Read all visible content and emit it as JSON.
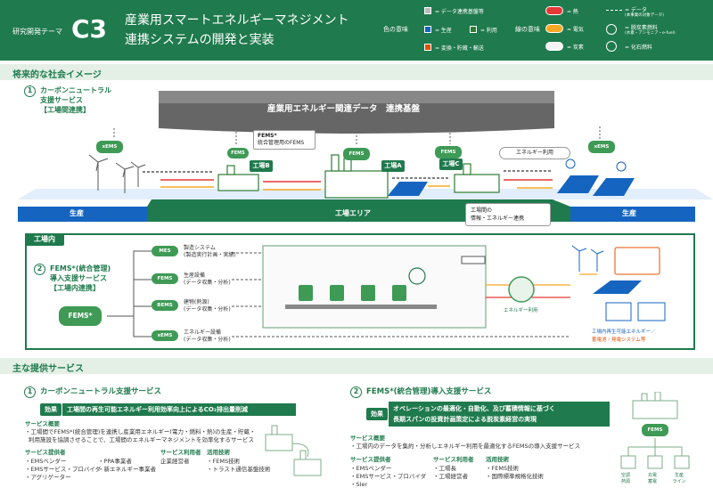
{
  "header": {
    "theme_label": "研究開発テーマ",
    "code": "C3",
    "title_line1": "産業用スマートエネルギーマネジメント",
    "title_line2": "連携システムの開発と実装",
    "color_legend_title": "色の意味",
    "line_legend_title": "線の意味",
    "legend": {
      "data_platform": "= データ連携基盤等",
      "production": "= 生産",
      "use": "= 利用",
      "conversion": "= 変換・貯蔵・輸送",
      "heat": "= 熱",
      "electricity": "= 電気",
      "coal": "= 炭素",
      "data": "= データ",
      "data_sub": "(本事業の対象データ)",
      "decarb_fuel": "= 脱炭素燃料",
      "decarb_fuel_sub": "(水素・アンモニア・e-fuel)",
      "fossil_fuel": "= 化石燃料"
    },
    "colors": {
      "header": "#1f7a4d",
      "production": "#1565c0",
      "use": "#2e7d32",
      "conversion": "#e65100",
      "heat": "#e53935",
      "electricity": "#f9a825",
      "data": "#757575"
    }
  },
  "future": {
    "section_title": "将来的な社会イメージ",
    "item1_num": "1",
    "item1_line1": "カーボンニュートラル",
    "item1_line2": "支援サービス",
    "item1_line3": "【工場間連携】",
    "platform": "産業用エネルギー関連データ　連携基盤",
    "fems_note_title": "FEMS*",
    "fems_note_sub": "統合管理用のFEMS",
    "xems": "xEMS",
    "fems": "FEMS",
    "factory_b": "工場B",
    "factory_a": "工場A",
    "factory_c": "工場C",
    "energy_use": "エネルギー利用",
    "production": "生産",
    "factory_area": "工場エリア",
    "inter_factory": "工場間の",
    "inter_factory2": "情報・エネルギー連携"
  },
  "inside": {
    "title": "工場内",
    "item2_num": "2",
    "item2_line1": "FEMS*(統合管理)",
    "item2_line2": "導入支援サービス",
    "item2_line3": "【工場内連携】",
    "fems_big": "FEMS*",
    "systems": [
      {
        "code": "MES",
        "label1": "製造システム",
        "label2": "(製造実行計画・実績)"
      },
      {
        "code": "FEMS",
        "label1": "生産設備",
        "label2": "(データ収集・分析)"
      },
      {
        "code": "BEMS",
        "label1": "建物(熱源)",
        "label2": "(データ収集・分析)"
      },
      {
        "code": "xEMS",
        "label1": "エネルギー設備",
        "label2": "(データ収集・分析)"
      }
    ],
    "energy_use": "エネルギー利用",
    "renew1": "工場内再生可能エネルギー／",
    "renew2": "蓄電池・発電システム等"
  },
  "services": {
    "section_title": "主な提供サービス",
    "s1": {
      "num": "1",
      "title": "カーボンニュートラル支援サービス",
      "effect_tag": "効果",
      "effect": "工場間の再生可能エネルギー利用効率向上によるCO₂排出量削減",
      "overview_title": "サービス概要",
      "overview1": "・工場間でFEMS*(統合管理)を連携し産業用エネルギー(電力・燃料・熱)の生産・貯蔵・",
      "overview2": "利用施設を協調させることで、工場間のエネルギーマネジメントを効率化するサービス",
      "providers_title": "サービス提供者",
      "providers_a": [
        "・EMSベンダー",
        "・EMSサービス・プロバイダ",
        "・アグリゲーター"
      ],
      "providers_b": [
        "・PPA事業者",
        "・新エネルギー事業者"
      ],
      "users_title": "サービス利用者",
      "users": [
        "企業経営者"
      ],
      "tech_title": "活用技術",
      "tech": [
        "・FEMS技術",
        "・トラスト通信基盤技術"
      ]
    },
    "s2": {
      "num": "2",
      "title": "FEMS*(統合管理)導入支援サービス",
      "effect_tag": "効果",
      "effect1": "オペレーションの最適化・自動化、及び蓄積情報に基づく",
      "effect2": "長期スパンの投資計画策定による脱炭素経営の実現",
      "overview_title": "サービス概要",
      "overview1": "・工場内のデータを集約・分析しエネルギー利用を最適化するFEMSの導入支援サービス",
      "providers_title": "サービス提供者",
      "providers": [
        "・EMSベンダー",
        "・EMSサービス・プロバイダ",
        "・SIer"
      ],
      "users_title": "サービス利用者",
      "users": [
        "・工場長",
        "・工場経営者"
      ],
      "tech_title": "活用技術",
      "tech": [
        "・FEMS技術",
        "・国際標準規格化技術"
      ],
      "icon_fems": "FEMS",
      "icon_labels": [
        "空調\n熱源",
        "充電\n蓄電",
        "生産\nライン"
      ]
    }
  }
}
